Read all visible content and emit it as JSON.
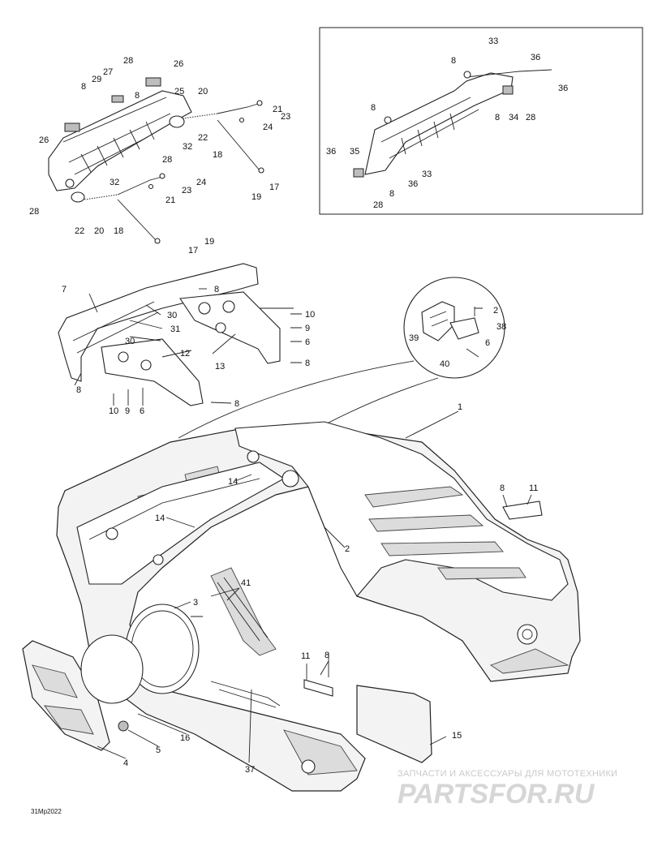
{
  "diagram": {
    "code": "31Mp2022",
    "watermark": {
      "line1": "ЗАПЧАСТИ И АКСЕССУАРЫ ДЛЯ МОТОТЕХНИКИ",
      "line2": "PARTSFOR.RU"
    }
  },
  "callouts": [
    "1",
    "2",
    "3",
    "4",
    "5",
    "6",
    "7",
    "8",
    "9",
    "10",
    "11",
    "12",
    "13",
    "14",
    "15",
    "16",
    "17",
    "18",
    "19",
    "20",
    "21",
    "22",
    "23",
    "24",
    "25",
    "26",
    "27",
    "28",
    "29",
    "30",
    "31",
    "32",
    "33",
    "34",
    "35",
    "36",
    "37",
    "38",
    "39",
    "40",
    "41"
  ]
}
